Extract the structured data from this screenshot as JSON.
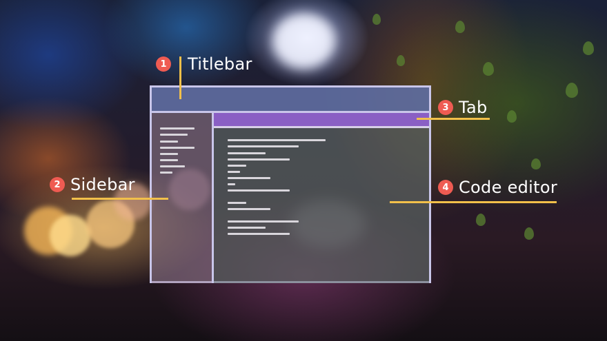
{
  "callouts": [
    {
      "number": "1",
      "label": "Titlebar"
    },
    {
      "number": "2",
      "label": "Sidebar"
    },
    {
      "number": "3",
      "label": "Tab"
    },
    {
      "number": "4",
      "label": "Code editor"
    }
  ],
  "colors": {
    "badge": "#ef5b52",
    "leader_line": "#f2c04a",
    "window_border": "#c9c6ea",
    "titlebar": "#5f6ea5",
    "tab": "#8a5fc4"
  }
}
